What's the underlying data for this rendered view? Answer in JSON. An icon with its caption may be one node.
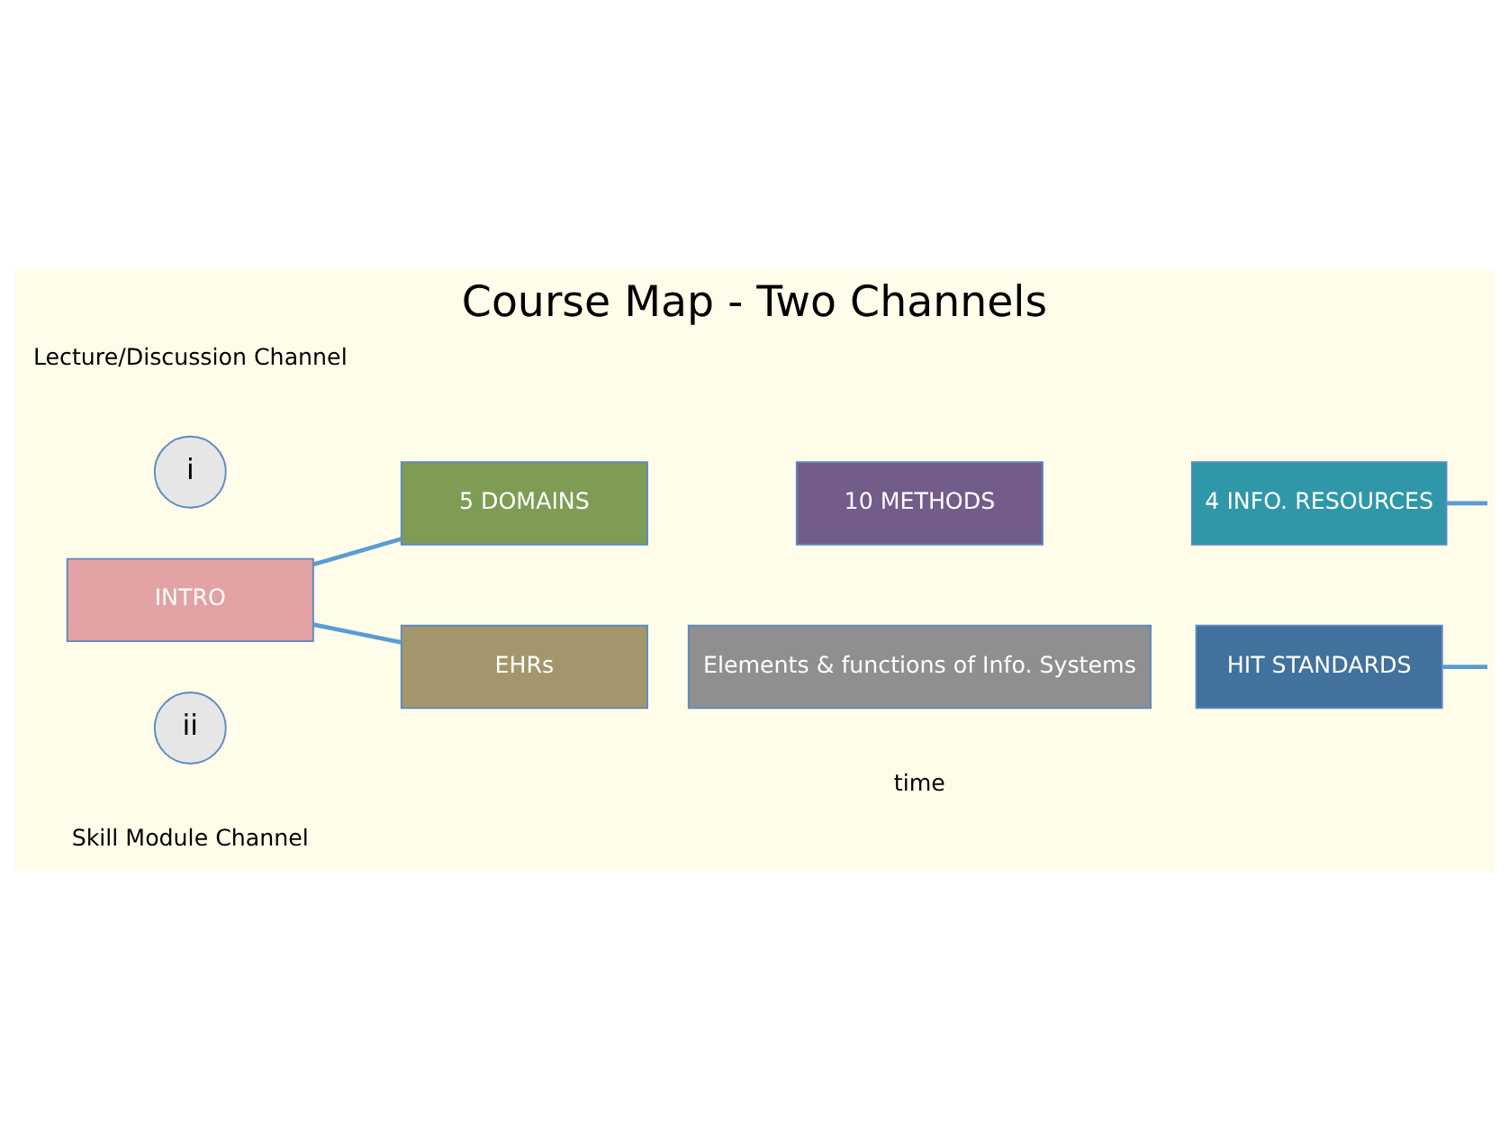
{
  "diagram": {
    "title": "Course Map - Two Channels",
    "nodes": [
      {
        "text": [
          "i"
        ]
      },
      {
        "text": [
          "5 DOMAINS"
        ]
      },
      {
        "text": [
          "10 METHODS"
        ]
      },
      {
        "text": [
          "4 INFO. RESOURCES"
        ]
      },
      {
        "text": [
          "INTRO"
        ]
      },
      {
        "text": [
          "ii"
        ]
      },
      {
        "text": [
          "EHRs"
        ]
      },
      {
        "text": [
          "Elements & functions of Info. Systems"
        ]
      },
      {
        "text": [
          "HIT STANDARDS"
        ]
      }
    ],
    "edges": [
      {
        "from": 4,
        "to": 1,
        "arrow": "none"
      },
      {
        "from": 4,
        "to": 6,
        "arrow": "none"
      },
      {
        "from": 3,
        "to": null,
        "arrow": "none"
      },
      {
        "from": 8,
        "to": null,
        "arrow": "none"
      }
    ],
    "labels": [
      "Lecture/Discussion Channel",
      "Skill Module Channel",
      "time"
    ]
  }
}
